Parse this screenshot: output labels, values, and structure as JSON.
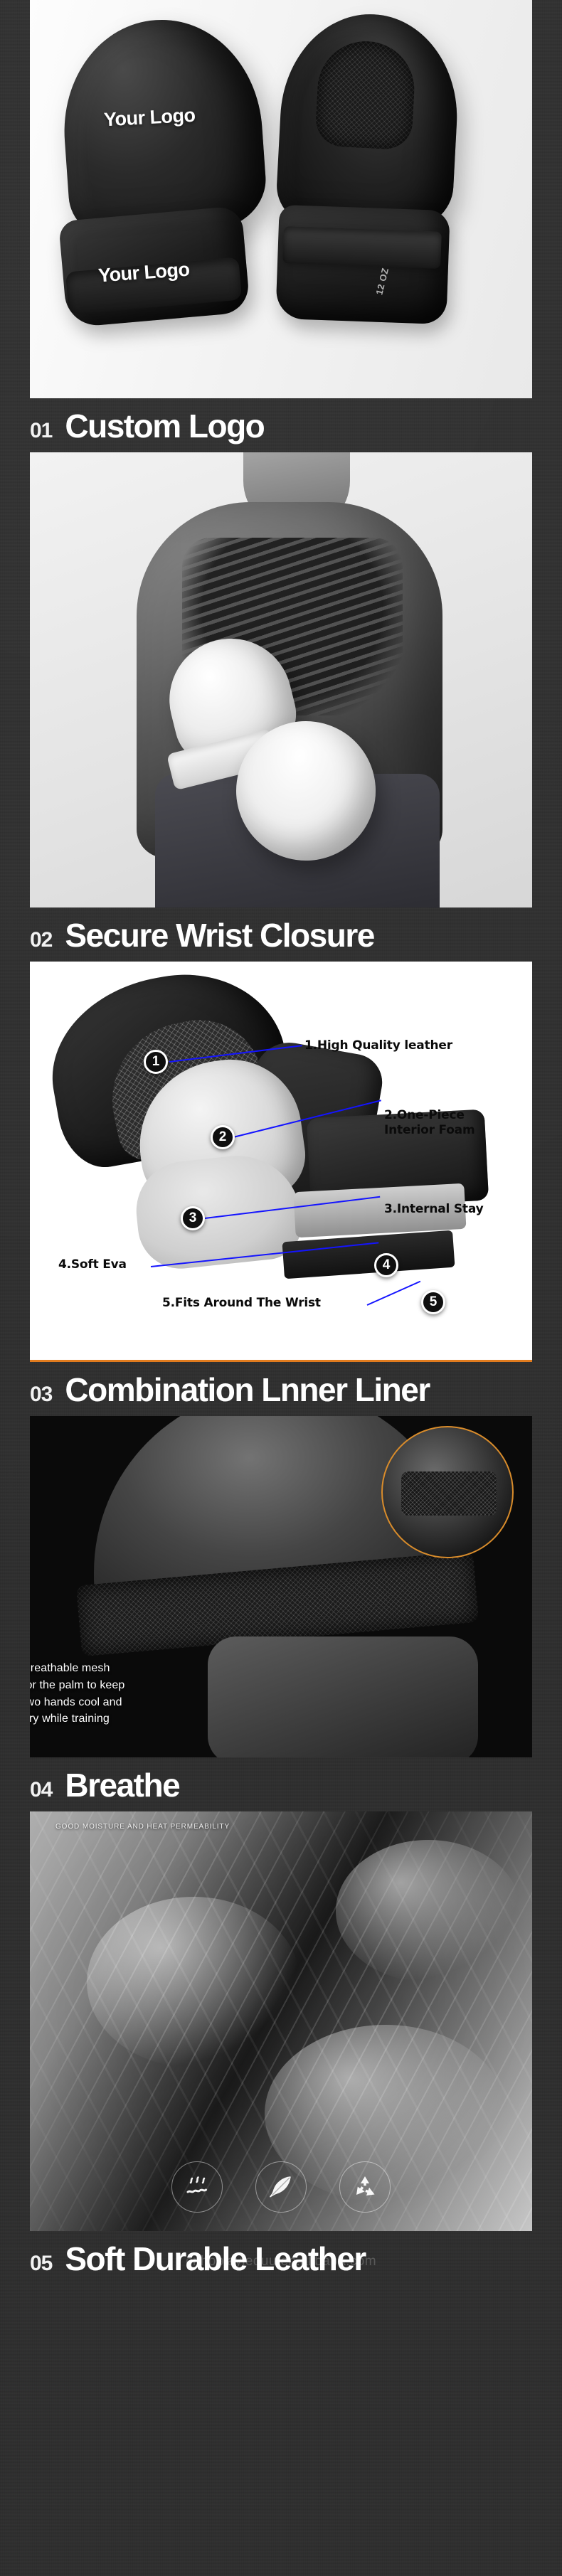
{
  "theme": {
    "bg": "#2e2e2e",
    "accent": "#e07b1e",
    "callout_line": "#1414ff",
    "heading_color": "#ffffff"
  },
  "sections": [
    {
      "number": "01",
      "title": "Custom Logo",
      "logo_front": "Your Logo",
      "logo_cuff": "Your Logo",
      "size_label": "12 OZ"
    },
    {
      "number": "02",
      "title": "Secure Wrist Closure"
    },
    {
      "number": "03",
      "title": "Combination Lnner Liner",
      "callouts": [
        {
          "id": "1",
          "label": "1.High Quality leather"
        },
        {
          "id": "2",
          "label": "2.One-Piece",
          "label2": "Interior Foam"
        },
        {
          "id": "3",
          "label": "3.Internal Stay"
        },
        {
          "id": "4",
          "label": "4.Soft Eva"
        },
        {
          "id": "5",
          "label": "5.Fits Around The Wrist"
        }
      ]
    },
    {
      "number": "04",
      "title": "Breathe",
      "overlay_lines": [
        "Breathable mesh",
        "for the palm to keep",
        "two hands cool and",
        "dry while training"
      ]
    },
    {
      "number": "05",
      "title": "Soft Durable Leather",
      "caption": "GOOD MOISTURE AND HEAT PERMEABILITY",
      "icons": [
        {
          "name": "moisture-waves-icon"
        },
        {
          "name": "feather-icon"
        },
        {
          "name": "recycle-icon"
        }
      ]
    }
  ],
  "watermark": "cnhopjayleduu.en.alibaba.com"
}
